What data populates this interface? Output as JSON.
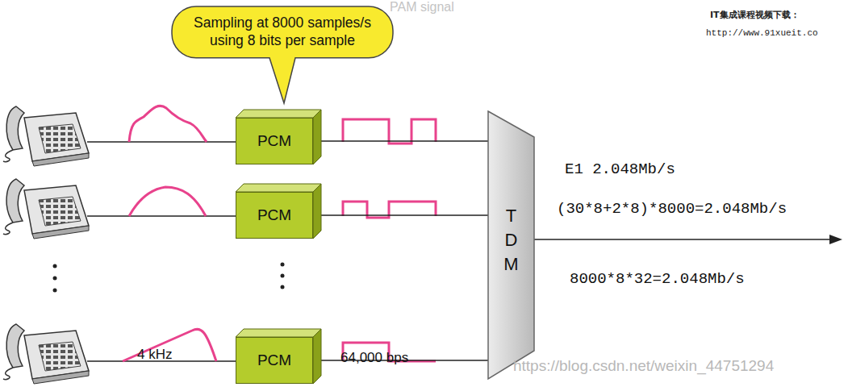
{
  "diagram": {
    "nodes": [
      {
        "text": [
          "Sampling at 8000 samples/s using 8 bits per sample"
        ]
      },
      {
        "text": [
          "PCM"
        ]
      },
      {
        "text": [
          "PCM"
        ]
      },
      {
        "text": [
          "PCM"
        ]
      },
      {
        "text": [
          "T D M"
        ]
      }
    ],
    "edges": [
      {
        "from": 1,
        "to": 4,
        "arrow": "none"
      },
      {
        "from": 2,
        "to": 4,
        "arrow": "none"
      },
      {
        "from": 3,
        "to": 4,
        "arrow": "none"
      }
    ],
    "labels": [
      "PAM signal",
      "IT集成课程视频下载：",
      "http://www.91xueit.co",
      "E1 2.048Mb/s",
      "(30*8+2*8)*8000=2.048Mb/s",
      "8000*8*32=2.048Mb/s",
      "4 kHz",
      "64,000 bps",
      "https://blog.csdn.net/weixin_44751294"
    ]
  }
}
